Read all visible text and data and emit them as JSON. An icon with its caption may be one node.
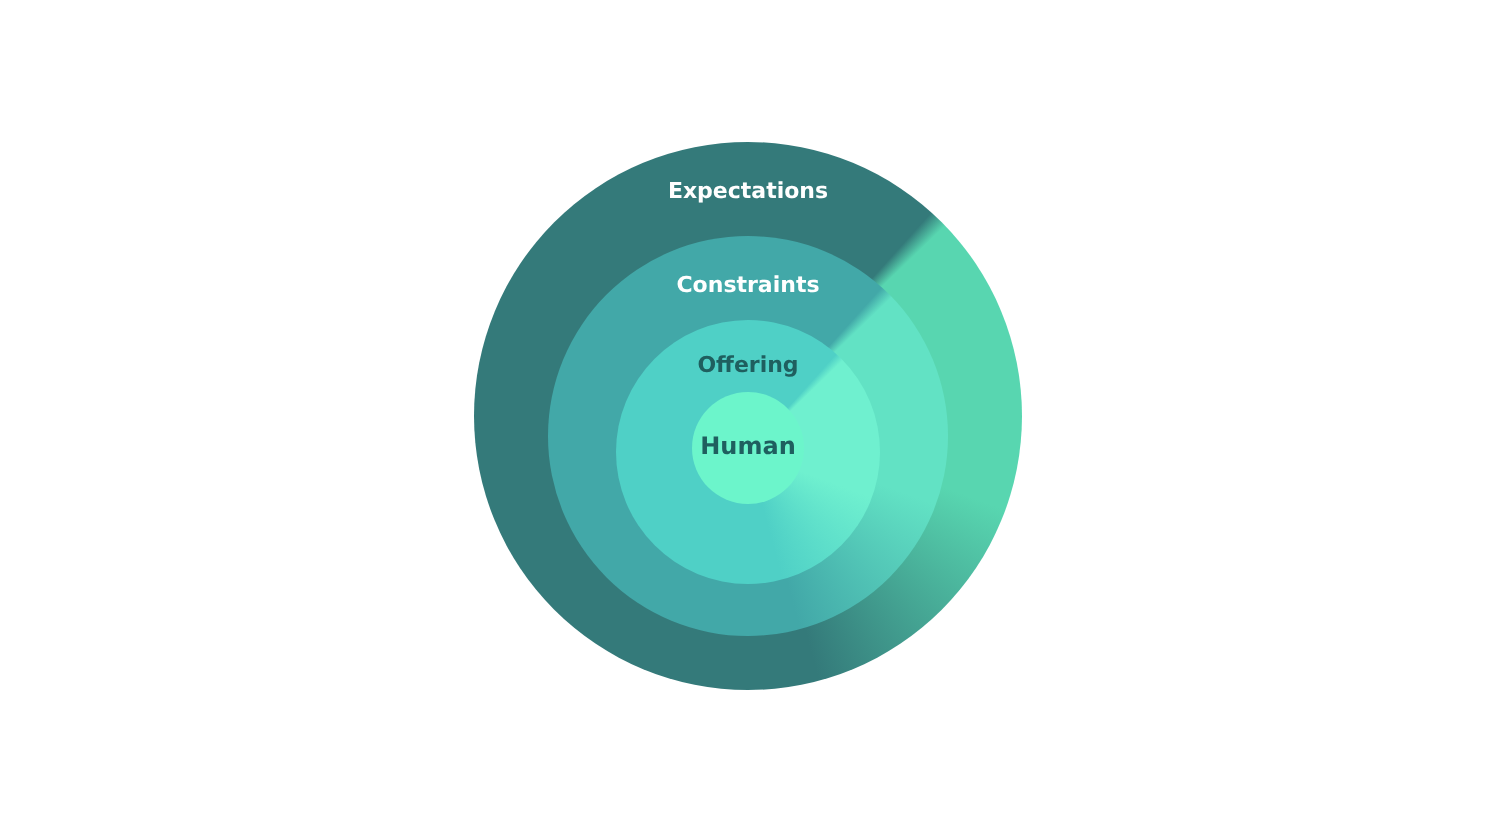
{
  "diagram": {
    "nodes": [
      {
        "text": [
          "Expectations"
        ]
      },
      {
        "text": [
          "Constraints"
        ],
        "in": 0
      },
      {
        "text": [
          "Offering"
        ],
        "in": 1
      },
      {
        "text": [
          "Human"
        ],
        "in": 2
      }
    ],
    "edges": []
  }
}
